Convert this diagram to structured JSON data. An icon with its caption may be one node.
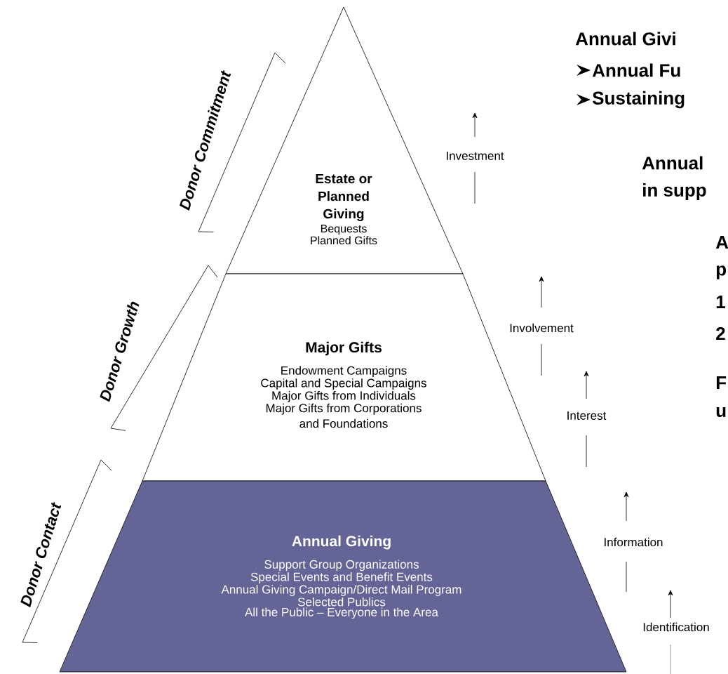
{
  "diagram": {
    "nodes": [
      {
        "text": [
          "Estate or Planned Giving",
          "Bequests",
          "Planned Gifts"
        ]
      },
      {
        "text": [
          "Major Gifts",
          "Endowment Campaigns",
          "Capital and Special Campaigns",
          "Major Gifts from Individuals",
          "Major Gifts from Corporations and Foundations"
        ]
      },
      {
        "text": [
          "Annual Giving",
          "Support Group Organizations",
          "Special Events and Benefit Events",
          "Annual Giving Campaign/Direct Mail Program",
          "Selected Publics",
          "All the Public – Everyone in the Area"
        ]
      }
    ],
    "labels": [
      "Annual Givi",
      "Annual Fu",
      "Sustaining",
      "Donor Commitment",
      "Investment",
      "Annual",
      "in supp",
      "A",
      "p",
      "Donor Growth",
      "Involvement",
      "1",
      "2",
      "Interest",
      "F",
      "u",
      "Donor Contact",
      "Information",
      "Identification"
    ]
  }
}
